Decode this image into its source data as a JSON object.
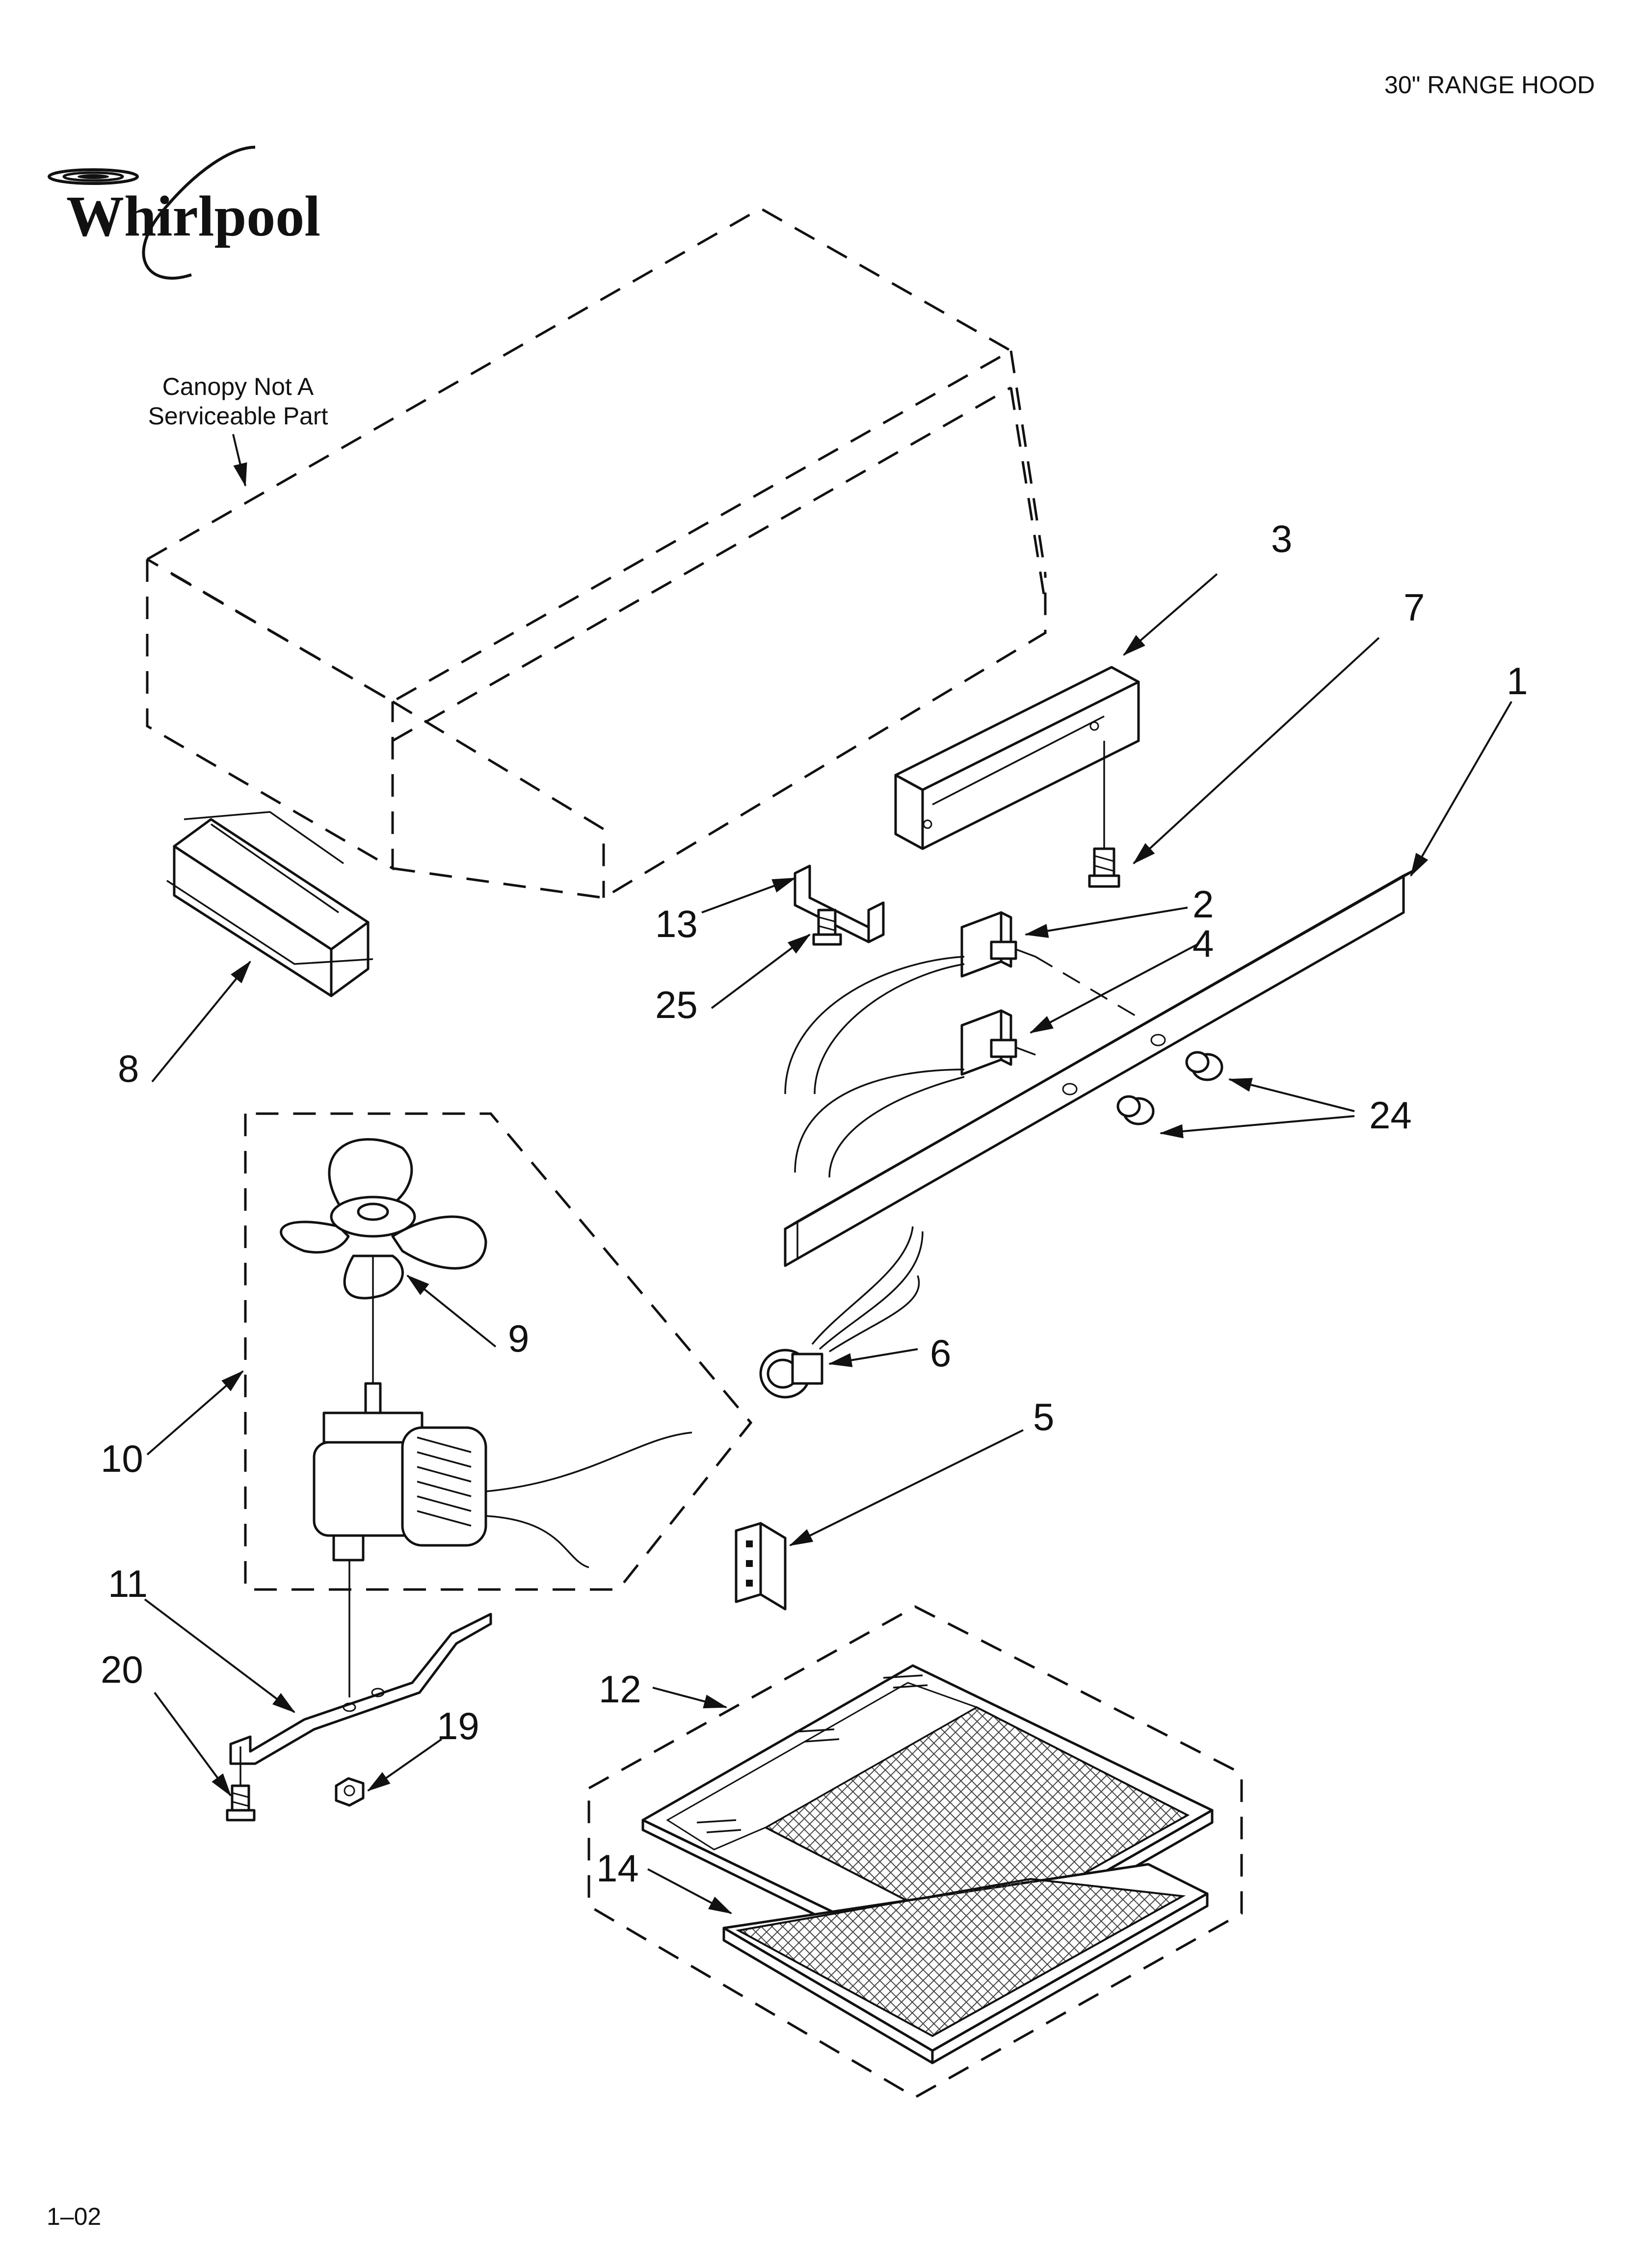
{
  "header": {
    "title": "30\" RANGE HOOD"
  },
  "brand": {
    "logo_text": "Whirlpool"
  },
  "canopy_note": {
    "line1": "Canopy Not A",
    "line2": "Serviceable Part"
  },
  "callouts": {
    "c1": "1",
    "c2": "2",
    "c3": "3",
    "c4": "4",
    "c5": "5",
    "c6": "6",
    "c7": "7",
    "c8": "8",
    "c9": "9",
    "c10": "10",
    "c11": "11",
    "c12": "12",
    "c13": "13",
    "c14": "14",
    "c19": "19",
    "c20": "20",
    "c24": "24",
    "c25": "25"
  },
  "footer": {
    "revision": "1–02"
  },
  "colors": {
    "ink": "#111111",
    "paper": "#ffffff"
  }
}
